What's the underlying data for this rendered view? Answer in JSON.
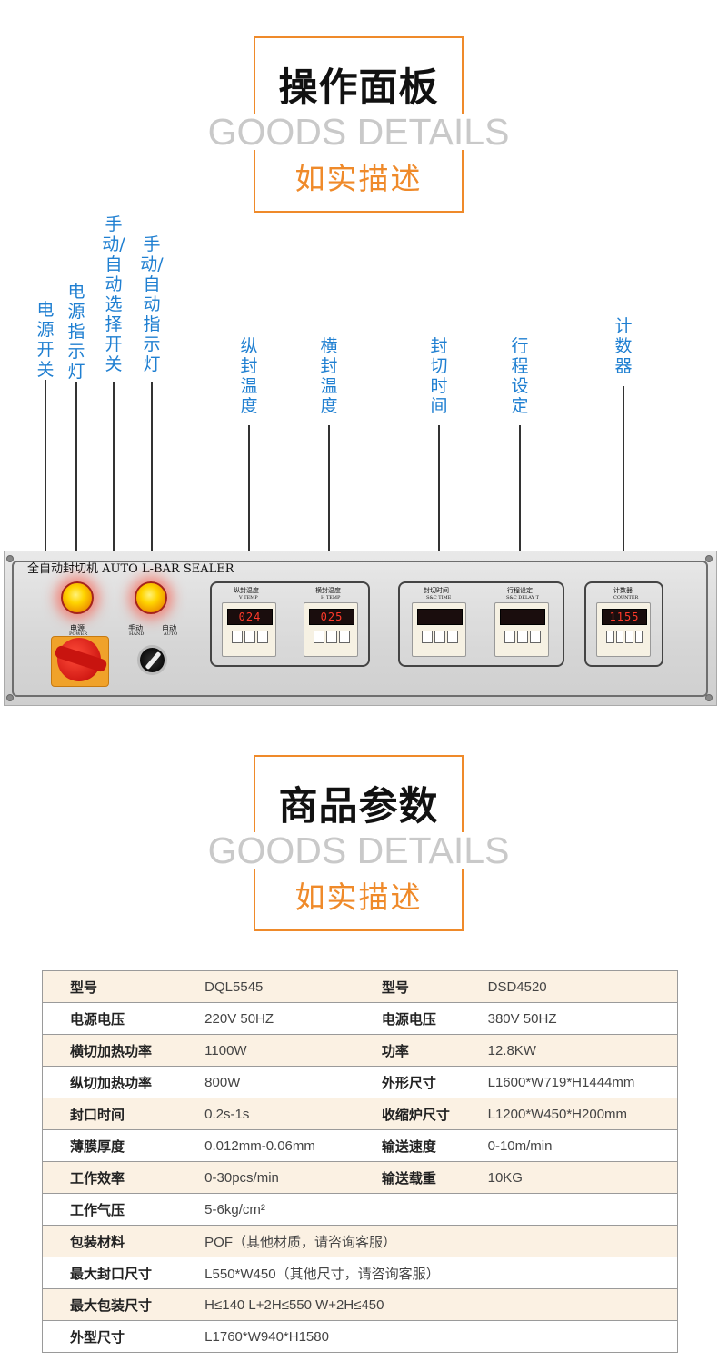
{
  "section1": {
    "title": "操作面板",
    "subtitle_en": "GOODS DETAILS",
    "subtitle_cn": "如实描述"
  },
  "section2": {
    "title": "商品参数",
    "subtitle_en": "GOODS DETAILS",
    "subtitle_cn": "如实描述"
  },
  "callouts": {
    "power_switch": "电源开关",
    "power_lamp": "电源指示灯",
    "mode_switch": "手动/自动选择开关",
    "mode_lamp": "手动/自动指示灯",
    "v_temp": "纵封温度",
    "h_temp": "横封温度",
    "seal_time": "封切时间",
    "stroke_set": "行程设定",
    "counter": "计数器"
  },
  "panel": {
    "title": "全自动封切机 AUTO L-BAR SEALER",
    "power_label_cn": "电源",
    "power_label_en": "POWER",
    "hand_label_cn": "手动",
    "hand_label_en": "HAND",
    "auto_label_cn": "自动",
    "auto_label_en": "AUTO",
    "v_temp_cn": "纵封温度",
    "v_temp_en": "V TEMP",
    "h_temp_cn": "横封温度",
    "h_temp_en": "H TEMP",
    "seal_time_cn": "封切时间",
    "seal_time_en": "S&C TIME",
    "stroke_cn": "行程设定",
    "stroke_en": "S&C DELAY T",
    "counter_cn": "计数器",
    "counter_en": "COUNTER",
    "v_temp_value": "024",
    "h_temp_value": "025",
    "counter_value": "1155"
  },
  "params": {
    "rows": [
      {
        "k1": "型号",
        "v1": "DQL5545",
        "k2": "型号",
        "v2": "DSD4520"
      },
      {
        "k1": "电源电压",
        "v1": "220V 50HZ",
        "k2": "电源电压",
        "v2": "380V 50HZ"
      },
      {
        "k1": "横切加热功率",
        "v1": "1100W",
        "k2": "功率",
        "v2": "12.8KW"
      },
      {
        "k1": "纵切加热功率",
        "v1": "800W",
        "k2": "外形尺寸",
        "v2": "L1600*W719*H1444mm"
      },
      {
        "k1": "封口时间",
        "v1": "0.2s-1s",
        "k2": "收缩炉尺寸",
        "v2": "L1200*W450*H200mm"
      },
      {
        "k1": "薄膜厚度",
        "v1": "0.012mm-0.06mm",
        "k2": "输送速度",
        "v2": "0-10m/min"
      },
      {
        "k1": "工作效率",
        "v1": "0-30pcs/min",
        "k2": "输送载重",
        "v2": "10KG"
      },
      {
        "k1": "工作气压",
        "v1": "5-6kg/cm²"
      },
      {
        "k1": "包装材料",
        "v1": "POF（其他材质，请咨询客服）"
      },
      {
        "k1": "最大封口尺寸",
        "v1": "L550*W450（其他尺寸，请咨询客服）"
      },
      {
        "k1": "最大包装尺寸",
        "v1": "H≤140   L+2H≤550   W+2H≤450"
      },
      {
        "k1": "外型尺寸",
        "v1": "L1760*W940*H1580"
      }
    ]
  }
}
